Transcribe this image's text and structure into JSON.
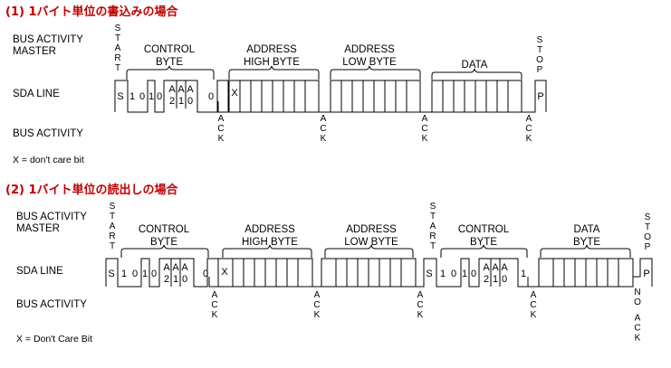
{
  "section1": {
    "title": "(1) 1バイト単位の書込みの場合",
    "labels": {
      "bus_activity_master": [
        "BUS ACTIVITY",
        "MASTER"
      ],
      "sda_line": "SDA LINE",
      "bus_activity": "BUS ACTIVITY",
      "note": "X = don't care bit"
    },
    "start": "START",
    "stop": "STOP",
    "control_byte": [
      "CONTROL",
      "BYTE"
    ],
    "address_high": [
      "ADDRESS",
      "HIGH BYTE"
    ],
    "address_low": [
      "ADDRESS",
      "LOW BYTE"
    ],
    "data_byte": [
      "DATA"
    ],
    "ack": "ACK"
  },
  "section2": {
    "title": "(2) 1バイト単位の読出しの場合",
    "labels": {
      "bus_activity_master": [
        "BUS ACTIVITY",
        "MASTER"
      ],
      "sda_line": "SDA LINE",
      "bus_activity": "BUS ACTIVITY",
      "note": "X = Don't Care Bit"
    },
    "start": "START",
    "stop": "STOP",
    "control_byte": [
      "CONTROL",
      "BYTE"
    ],
    "address_high": [
      "ADDRESS",
      "HIGH BYTE"
    ],
    "address_low": [
      "ADDRESS",
      "LOW BYTE"
    ],
    "data_byte": [
      "DATA",
      "BYTE"
    ],
    "ack": "ACK",
    "no_ack": "NO ACK"
  },
  "bits": {
    "start": "S",
    "stop": "P",
    "dont_care": "X",
    "control_write": [
      "1",
      "0",
      "1",
      "0",
      "A2",
      "A1",
      "A0",
      "0"
    ],
    "control_read": [
      "1",
      "0",
      "1",
      "0",
      "A2",
      "A1",
      "A0",
      "1"
    ]
  }
}
